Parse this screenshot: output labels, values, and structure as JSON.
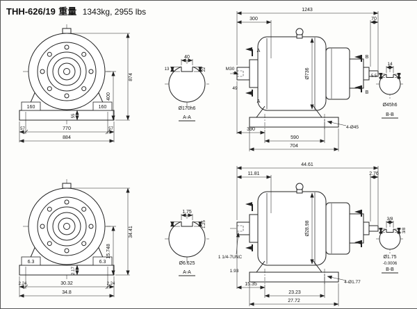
{
  "title": {
    "model": "THH-626/19",
    "weight_label": "重量",
    "weight_value": "1343kg, 2955 lbs"
  },
  "metric": {
    "front": {
      "total_height": "874",
      "center_height": "400",
      "pad_height": "55",
      "foot_left": "160",
      "foot_right": "160",
      "edge_left": "57",
      "bolt_span": "770",
      "edge_right": "57",
      "overall_width": "884"
    },
    "section_aa": {
      "key_width": "40",
      "depth_left": "13",
      "depth_right": "22",
      "shaft_dia": "Ø170h6",
      "label": "A-A"
    },
    "side": {
      "overall_length": "1243",
      "front_length": "300",
      "rear_length": "70",
      "body_dia": "Ø736",
      "tap": "M30",
      "tap_depth": "49",
      "cut_a": "A",
      "cut_b": "B",
      "base_front": "390",
      "bolt_spacing": "590",
      "base_length": "704",
      "holes": "4-Ø45"
    },
    "section_bb": {
      "key_width": "14",
      "key_depth": "5.5",
      "shaft_dia": "Ø45h6",
      "label": "B-B"
    }
  },
  "imperial": {
    "front": {
      "total_height": "34.41",
      "center_height": "15.748",
      "pad_height": "2.17",
      "foot_left": "6.3",
      "foot_right": "6.3",
      "edge_left": "2.24",
      "bolt_span": "30.32",
      "edge_right": "2.24",
      "overall_width": "34.8"
    },
    "section_aa": {
      "key_width": "1.75",
      "depth_right": "1.25",
      "shaft_dia": "Ø6.625",
      "label": "A-A",
      "tap": "1 1/4-7UNC",
      "tap_depth": "1.93"
    },
    "side": {
      "overall_length": "44.61",
      "front_length": "11.81",
      "rear_length": "2.76",
      "body_dia": "Ø28.98",
      "base_front": "15.35",
      "bolt_spacing": "23.23",
      "base_length": "27.72",
      "holes": "4-Ø1.77"
    },
    "section_bb": {
      "key_width": "3/8",
      "key_depth": "3/8",
      "shaft_dia": "Ø1.75",
      "tolerance": "-0.0006",
      "label": "B-B"
    }
  }
}
